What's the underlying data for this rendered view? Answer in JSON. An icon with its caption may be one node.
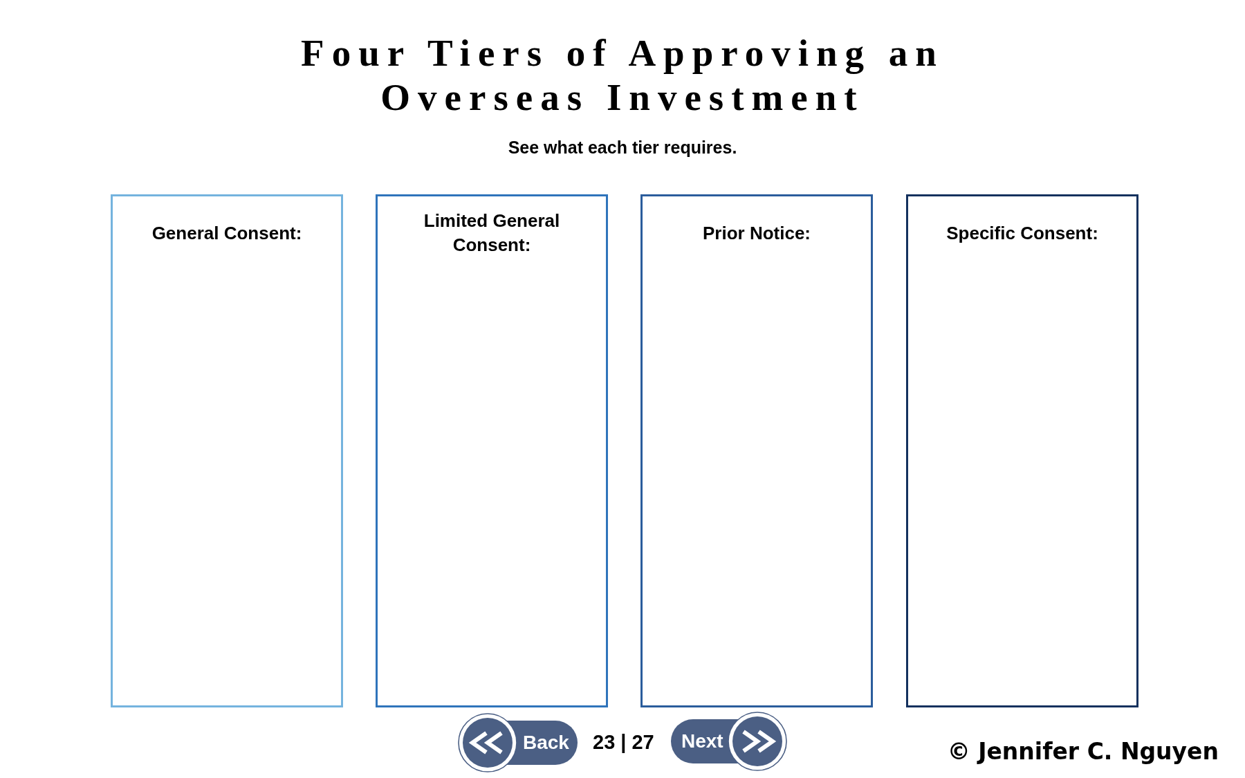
{
  "diagram": {
    "title": "Four Tiers of Approving an Overseas Investment",
    "nodes": [
      {
        "text": [
          "General Consent:"
        ]
      },
      {
        "text": [
          "Limited General Consent:"
        ]
      },
      {
        "text": [
          "Prior Notice:"
        ]
      },
      {
        "text": [
          "Specific Consent:"
        ]
      }
    ],
    "labels": [
      "See what each tier requires.",
      "Back",
      "23 | 27",
      "Next",
      "© Jennifer C. Nguyen"
    ]
  }
}
